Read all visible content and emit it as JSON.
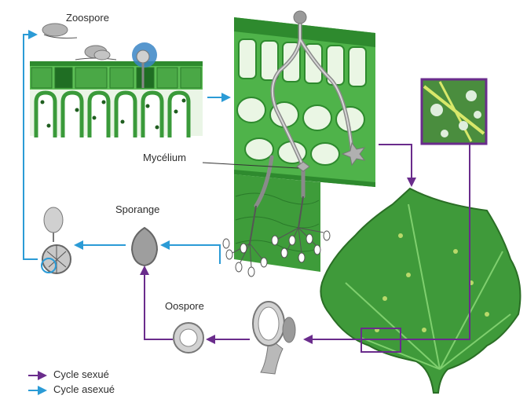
{
  "labels": {
    "zoospore": "Zoospore",
    "mycelium": "Mycélium",
    "sporange": "Sporange",
    "oospore": "Oospore"
  },
  "legend": {
    "sexual": "Cycle sexué",
    "asexual": "Cycle asexué"
  },
  "colors": {
    "sexual_arrow": "#6a2c8c",
    "asexual_arrow": "#2b9bd6",
    "leaf_green": "#3f9a3a",
    "tissue_green": "#4fb34a",
    "dark_green": "#1f6e23",
    "spore_gray": "#9e9e9e"
  }
}
